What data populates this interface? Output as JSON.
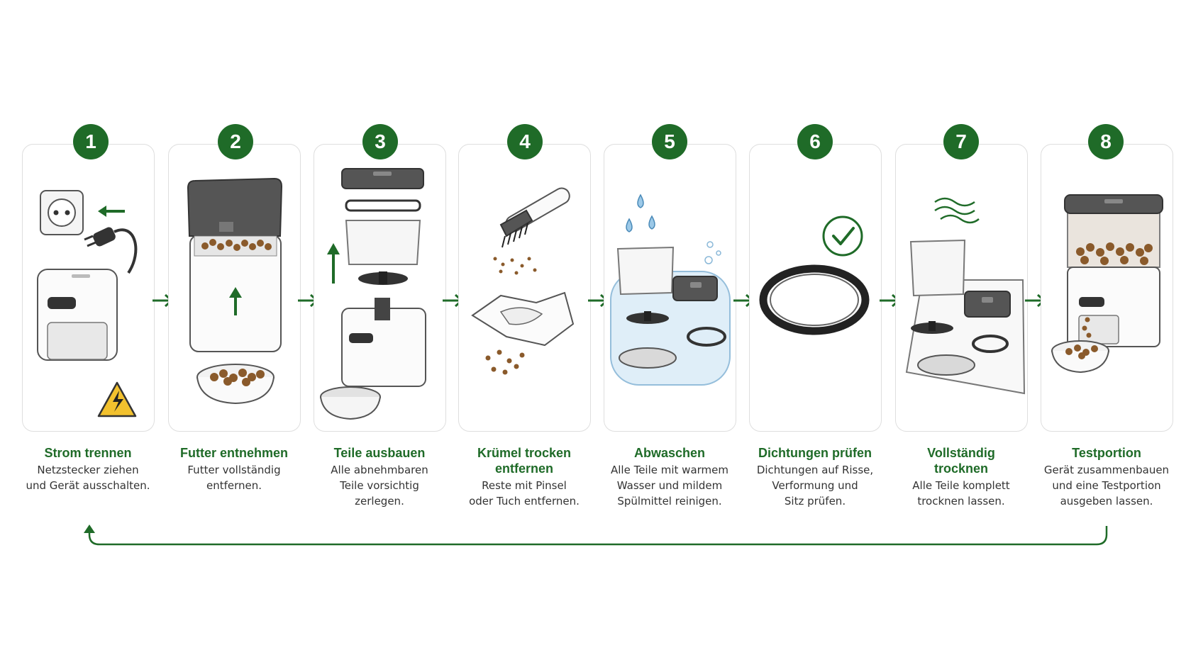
{
  "colors": {
    "accent": "#1f6b28",
    "card_border": "#dedede",
    "text": "#333333"
  },
  "steps": [
    {
      "number": "1",
      "title": "Strom trennen",
      "desc": [
        "Netzstecker ziehen",
        "und Gerät ausschalten."
      ],
      "icons": [
        "socket-icon",
        "plug-icon",
        "feeder-icon",
        "warning-icon"
      ]
    },
    {
      "number": "2",
      "title": "Futter entnehmen",
      "desc": [
        "Futter vollständig",
        "entfernen."
      ],
      "icons": [
        "open-feeder-icon",
        "food-bowl-icon"
      ]
    },
    {
      "number": "3",
      "title": "Teile ausbauen",
      "desc": [
        "Alle abnehmbaren",
        "Teile vorsichtig",
        "zerlegen."
      ],
      "icons": [
        "exploded-parts-icon"
      ]
    },
    {
      "number": "4",
      "title": [
        "Krümel trocken",
        "entfernen"
      ],
      "desc": [
        "Reste mit Pinsel",
        "oder Tuch entfernen."
      ],
      "icons": [
        "brush-icon",
        "cloth-icon"
      ]
    },
    {
      "number": "5",
      "title": "Abwaschen",
      "desc": [
        "Alle Teile mit warmem",
        "Wasser und mildem",
        "Spülmittel reinigen."
      ],
      "icons": [
        "water-drops-icon",
        "wash-basin-icon"
      ]
    },
    {
      "number": "6",
      "title": "Dichtungen prüfen",
      "desc": [
        "Dichtungen auf Risse,",
        "Verformung und",
        "Sitz prüfen."
      ],
      "icons": [
        "check-icon",
        "gasket-ring-icon"
      ]
    },
    {
      "number": "7",
      "title": [
        "Vollständig",
        "trocknen"
      ],
      "desc": [
        "Alle Teile komplett",
        "trocknen lassen."
      ],
      "icons": [
        "air-flow-icon",
        "drying-parts-icon"
      ]
    },
    {
      "number": "8",
      "title": "Testportion",
      "desc": [
        "Gerät zusammenbauen",
        "und eine Testportion",
        "ausgeben lassen."
      ],
      "icons": [
        "assembled-feeder-icon",
        "food-bowl-icon"
      ]
    }
  ]
}
